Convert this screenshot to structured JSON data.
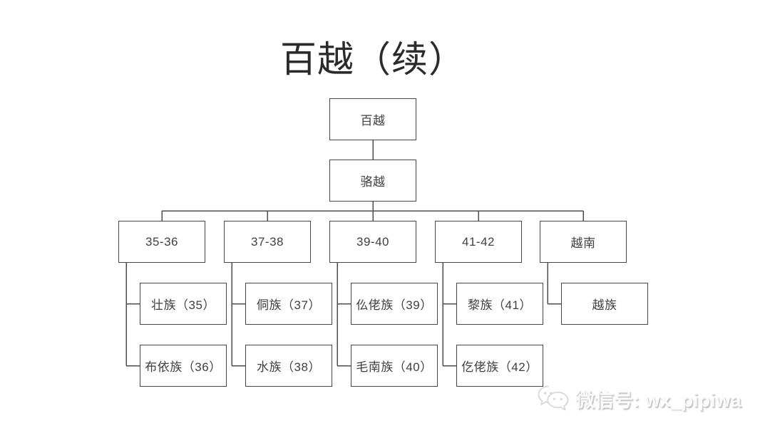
{
  "slide": {
    "title": "百越（续）"
  },
  "diagram": {
    "root": "百越",
    "level2": "骆越",
    "groups": [
      {
        "label": "35-36",
        "children": [
          "壮族（35）",
          "布依族（36）"
        ]
      },
      {
        "label": "37-38",
        "children": [
          "侗族（37）",
          "水族（38）"
        ]
      },
      {
        "label": "39-40",
        "children": [
          "仫佬族（39）",
          "毛南族（40）"
        ]
      },
      {
        "label": "41-42",
        "children": [
          "黎族（41）",
          "仡佬族（42）"
        ]
      },
      {
        "label": "越南",
        "children": [
          "越族"
        ]
      }
    ]
  },
  "watermark": {
    "icon": "wechat-icon",
    "text": "微信号: wx_pipiwa"
  },
  "colors": {
    "background": "#ffffff",
    "title_text": "#2b2b2b",
    "box_border": "#454545",
    "box_fill": "#ffffff",
    "box_text": "#3f3f3f",
    "line": "#4d4d4d",
    "watermark": "#d8d8d8"
  }
}
